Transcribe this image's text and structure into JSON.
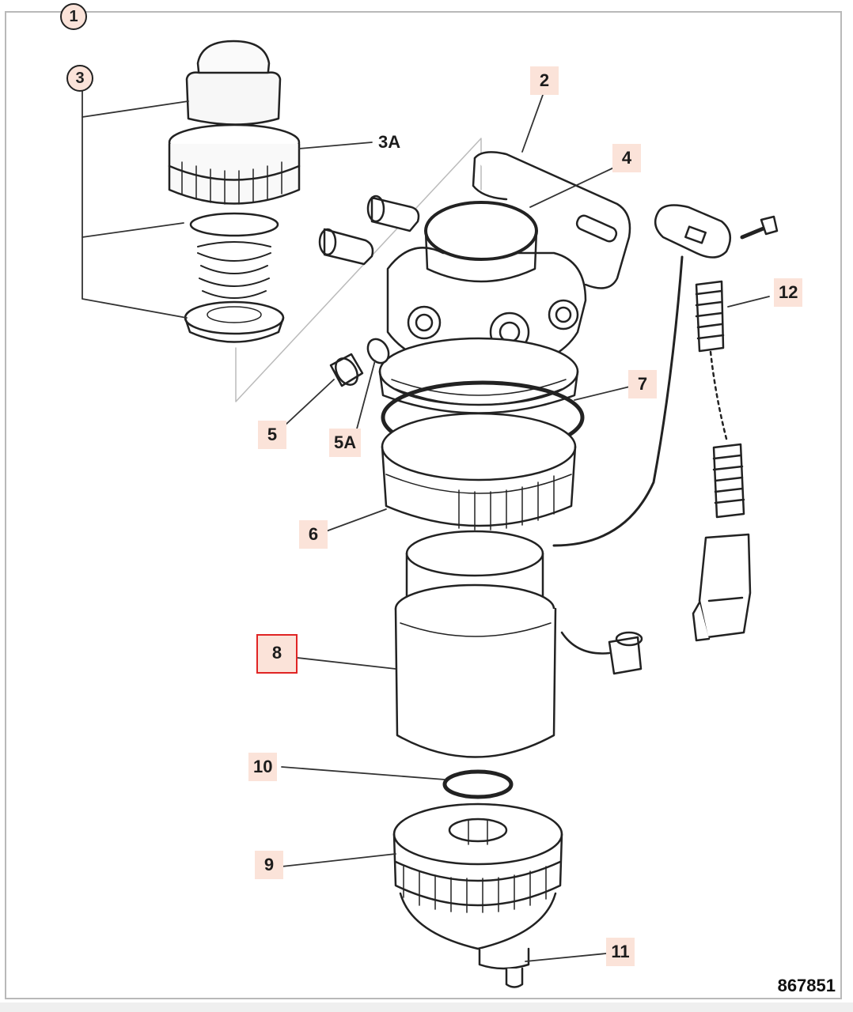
{
  "diagram": {
    "reference_number": "867851",
    "callouts": {
      "c1": "1",
      "c2": "2",
      "c3": "3",
      "c3a": "3A",
      "c4": "4",
      "c5": "5",
      "c5a": "5A",
      "c6": "6",
      "c7": "7",
      "c8": "8",
      "c9": "9",
      "c10": "10",
      "c11": "11",
      "c12": "12"
    },
    "selected_callout": "8",
    "colors": {
      "callout_fill": "#fbe3d9",
      "selected_border": "#e02424",
      "line": "#222222"
    }
  }
}
